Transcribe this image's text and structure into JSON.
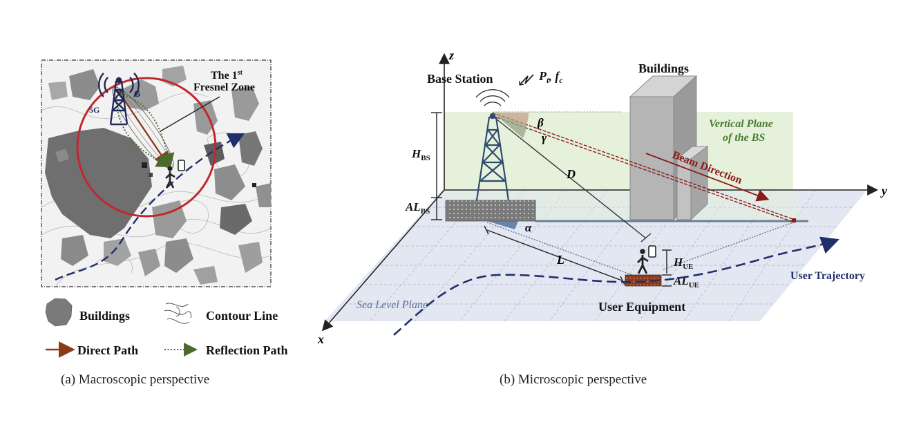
{
  "panel_a": {
    "caption": "(a) Macroscopic perspective",
    "fresnel_label_line1": "The 1",
    "fresnel_label_sup": "st",
    "fresnel_label_line2": "Fresnel Zone",
    "tower_badge_left": "5G",
    "tower_badge_right": "G",
    "legend": {
      "buildings": "Buildings",
      "contour": "Contour Line",
      "direct": "Direct Path",
      "reflection": "Reflection Path"
    }
  },
  "panel_b": {
    "caption": "(b) Microscopic perspective",
    "axis_z": "z",
    "axis_y": "y",
    "axis_x": "x",
    "base_station": "Base Station",
    "power_freq": "P",
    "power_sub": "t",
    "freq": "f",
    "freq_sub": "c",
    "buildings": "Buildings",
    "vertical_plane_1": "Vertical Plane",
    "vertical_plane_2": "of the BS",
    "beam_direction": "Beam Direction",
    "h_bs": "H",
    "h_bs_sub": "BS",
    "al_bs": "AL",
    "al_bs_sub": "BS",
    "beta": "β",
    "gamma": "γ",
    "alpha": "α",
    "d": "D",
    "l": "L",
    "h_ue": "H",
    "h_ue_sub": "UE",
    "al_ue": "AL",
    "al_ue_sub": "UE",
    "user_equipment": "User Equipment",
    "user_trajectory": "User Trajectory",
    "sea_level": "Sea Level Plane"
  },
  "colors": {
    "direct_path": "#8b3a1a",
    "reflection_path": "#4a6b2a",
    "fresnel_circle": "#c0282d",
    "trajectory": "#1f2f6b",
    "beam": "#8b1a1a",
    "vertical_plane": "#e3f0d8",
    "sea_plane": "#dde3f0"
  }
}
